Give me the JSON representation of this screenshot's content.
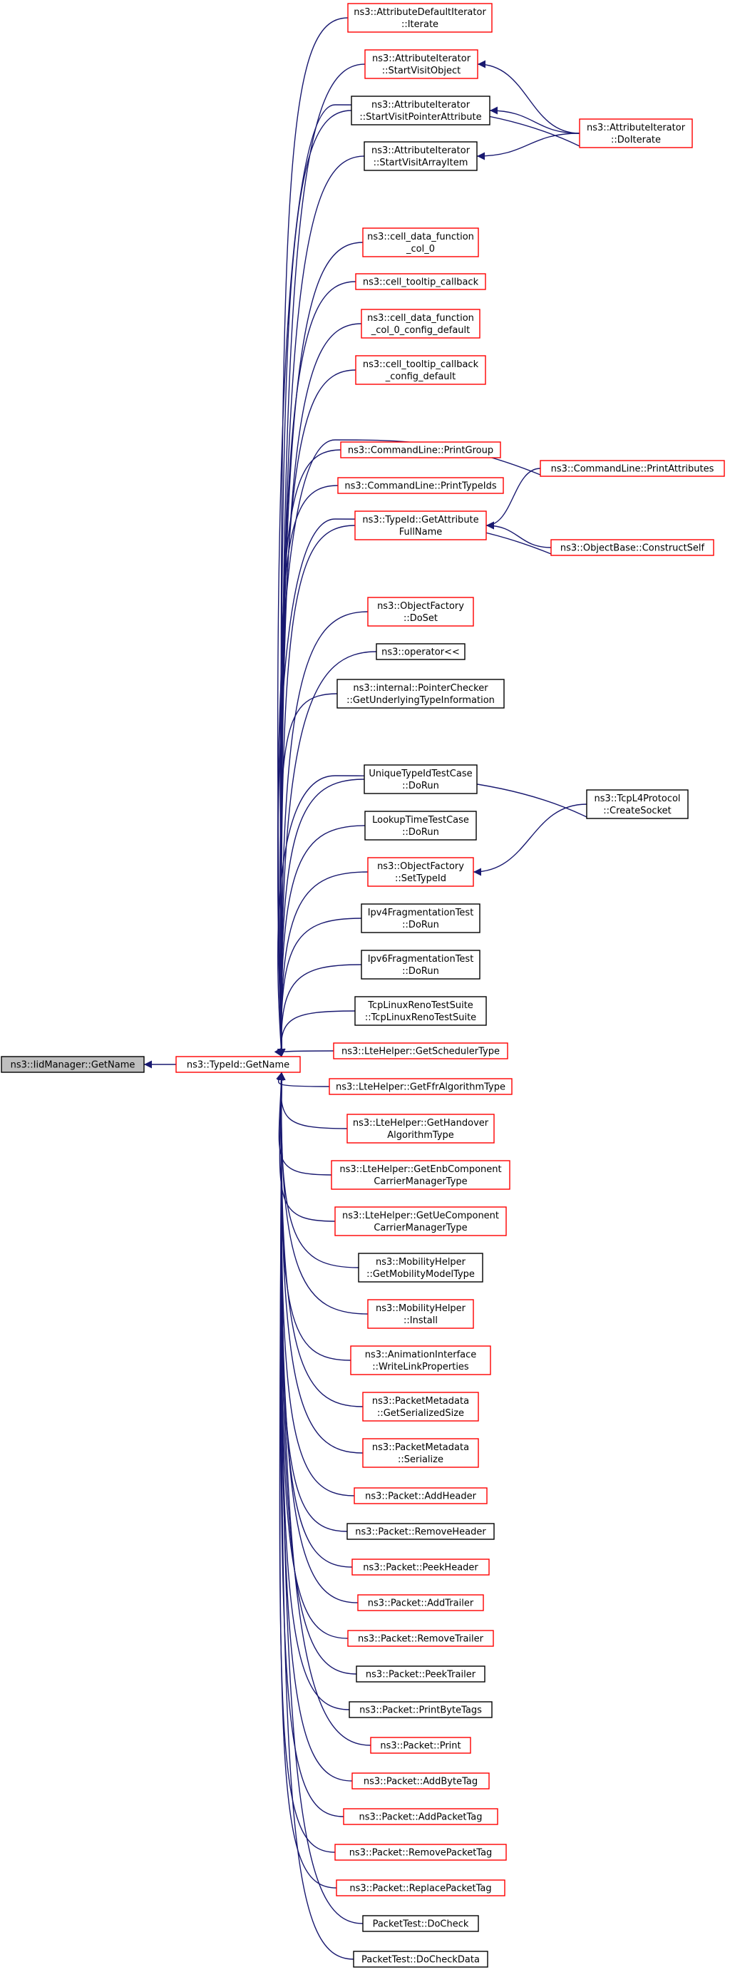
{
  "colors": {
    "edge": "#191970",
    "border_default": "#000000",
    "border_highlight": "#ff0000",
    "focus_fill": "#bfbfbf",
    "node_fill": "#ffffff"
  },
  "nodes": [
    {
      "id": "focus",
      "lines": [
        "ns3::IidManager::GetName"
      ],
      "border": "black",
      "fill": "gray"
    },
    {
      "id": "typeid_getname",
      "lines": [
        "ns3::TypeId::GetName"
      ],
      "border": "red"
    },
    {
      "id": "attr_default_iterate",
      "lines": [
        "ns3::AttributeDefaultIterator",
        "::Iterate"
      ],
      "border": "red"
    },
    {
      "id": "attr_start_visit_object",
      "lines": [
        "ns3::AttributeIterator",
        "::StartVisitObject"
      ],
      "border": "red"
    },
    {
      "id": "attr_start_visit_pointer",
      "lines": [
        "ns3::AttributeIterator",
        "::StartVisitPointerAttribute"
      ],
      "border": "black"
    },
    {
      "id": "attr_start_visit_array",
      "lines": [
        "ns3::AttributeIterator",
        "::StartVisitArrayItem"
      ],
      "border": "black"
    },
    {
      "id": "attr_doiterate",
      "lines": [
        "ns3::AttributeIterator",
        "::DoIterate"
      ],
      "border": "red"
    },
    {
      "id": "cell_data_fn",
      "lines": [
        "ns3::cell_data_function",
        "_col_0"
      ],
      "border": "red"
    },
    {
      "id": "cell_tooltip",
      "lines": [
        "ns3::cell_tooltip_callback"
      ],
      "border": "red"
    },
    {
      "id": "cell_data_fn_cfg",
      "lines": [
        "ns3::cell_data_function",
        "_col_0_config_default"
      ],
      "border": "red"
    },
    {
      "id": "cell_tooltip_cfg",
      "lines": [
        "ns3::cell_tooltip_callback",
        "_config_default"
      ],
      "border": "red"
    },
    {
      "id": "cmd_print_group",
      "lines": [
        "ns3::CommandLine::PrintGroup"
      ],
      "border": "red"
    },
    {
      "id": "cmd_print_typeids",
      "lines": [
        "ns3::CommandLine::PrintTypeIds"
      ],
      "border": "red"
    },
    {
      "id": "cmd_print_attributes",
      "lines": [
        "ns3::CommandLine::PrintAttributes"
      ],
      "border": "red"
    },
    {
      "id": "typeid_get_attr_fullname",
      "lines": [
        "ns3::TypeId::GetAttribute",
        "FullName"
      ],
      "border": "red"
    },
    {
      "id": "objectbase_construct",
      "lines": [
        "ns3::ObjectBase::ConstructSelf"
      ],
      "border": "red"
    },
    {
      "id": "objfactory_doset",
      "lines": [
        "ns3::ObjectFactory",
        "::DoSet"
      ],
      "border": "red"
    },
    {
      "id": "operator_lshift",
      "lines": [
        "ns3::operator<<"
      ],
      "border": "black"
    },
    {
      "id": "pointer_checker",
      "lines": [
        "ns3::internal::PointerChecker",
        "::GetUnderlyingTypeInformation"
      ],
      "border": "black"
    },
    {
      "id": "unique_typeid_test",
      "lines": [
        "UniqueTypeIdTestCase",
        "::DoRun"
      ],
      "border": "black"
    },
    {
      "id": "tcpl4_create_socket",
      "lines": [
        "ns3::TcpL4Protocol",
        "::CreateSocket"
      ],
      "border": "black"
    },
    {
      "id": "lookup_time_test",
      "lines": [
        "LookupTimeTestCase",
        "::DoRun"
      ],
      "border": "black"
    },
    {
      "id": "objfactory_settypeid",
      "lines": [
        "ns3::ObjectFactory",
        "::SetTypeId"
      ],
      "border": "red"
    },
    {
      "id": "ipv4_frag_test",
      "lines": [
        "Ipv4FragmentationTest",
        "::DoRun"
      ],
      "border": "black"
    },
    {
      "id": "ipv6_frag_test",
      "lines": [
        "Ipv6FragmentationTest",
        "::DoRun"
      ],
      "border": "black"
    },
    {
      "id": "tcp_linux_reno",
      "lines": [
        "TcpLinuxRenoTestSuite",
        "::TcpLinuxRenoTestSuite"
      ],
      "border": "black"
    },
    {
      "id": "lte_scheduler",
      "lines": [
        "ns3::LteHelper::GetSchedulerType"
      ],
      "border": "red"
    },
    {
      "id": "lte_ffr",
      "lines": [
        "ns3::LteHelper::GetFfrAlgorithmType"
      ],
      "border": "red"
    },
    {
      "id": "lte_handover",
      "lines": [
        "ns3::LteHelper::GetHandover",
        "AlgorithmType"
      ],
      "border": "red"
    },
    {
      "id": "lte_enb_ccm",
      "lines": [
        "ns3::LteHelper::GetEnbComponent",
        "CarrierManagerType"
      ],
      "border": "red"
    },
    {
      "id": "lte_ue_ccm",
      "lines": [
        "ns3::LteHelper::GetUeComponent",
        "CarrierManagerType"
      ],
      "border": "red"
    },
    {
      "id": "mob_get_model",
      "lines": [
        "ns3::MobilityHelper",
        "::GetMobilityModelType"
      ],
      "border": "black"
    },
    {
      "id": "mob_install",
      "lines": [
        "ns3::MobilityHelper",
        "::Install"
      ],
      "border": "red"
    },
    {
      "id": "anim_write_link",
      "lines": [
        "ns3::AnimationInterface",
        "::WriteLinkProperties"
      ],
      "border": "red"
    },
    {
      "id": "pm_serialized_size",
      "lines": [
        "ns3::PacketMetadata",
        "::GetSerializedSize"
      ],
      "border": "red"
    },
    {
      "id": "pm_serialize",
      "lines": [
        "ns3::PacketMetadata",
        "::Serialize"
      ],
      "border": "red"
    },
    {
      "id": "pkt_add_header",
      "lines": [
        "ns3::Packet::AddHeader"
      ],
      "border": "red"
    },
    {
      "id": "pkt_remove_header",
      "lines": [
        "ns3::Packet::RemoveHeader"
      ],
      "border": "black"
    },
    {
      "id": "pkt_peek_header",
      "lines": [
        "ns3::Packet::PeekHeader"
      ],
      "border": "red"
    },
    {
      "id": "pkt_add_trailer",
      "lines": [
        "ns3::Packet::AddTrailer"
      ],
      "border": "red"
    },
    {
      "id": "pkt_remove_trailer",
      "lines": [
        "ns3::Packet::RemoveTrailer"
      ],
      "border": "red"
    },
    {
      "id": "pkt_peek_trailer",
      "lines": [
        "ns3::Packet::PeekTrailer"
      ],
      "border": "black"
    },
    {
      "id": "pkt_print_byte_tags",
      "lines": [
        "ns3::Packet::PrintByteTags"
      ],
      "border": "black"
    },
    {
      "id": "pkt_print",
      "lines": [
        "ns3::Packet::Print"
      ],
      "border": "red"
    },
    {
      "id": "pkt_add_byte_tag",
      "lines": [
        "ns3::Packet::AddByteTag"
      ],
      "border": "red"
    },
    {
      "id": "pkt_add_packet_tag",
      "lines": [
        "ns3::Packet::AddPacketTag"
      ],
      "border": "red"
    },
    {
      "id": "pkt_remove_packet_tag",
      "lines": [
        "ns3::Packet::RemovePacketTag"
      ],
      "border": "red"
    },
    {
      "id": "pkt_replace_packet_tag",
      "lines": [
        "ns3::Packet::ReplacePacketTag"
      ],
      "border": "red"
    },
    {
      "id": "packettest_docheck",
      "lines": [
        "PacketTest::DoCheck"
      ],
      "border": "black"
    },
    {
      "id": "packettest_docheckdata",
      "lines": [
        "PacketTest::DoCheckData"
      ],
      "border": "black"
    }
  ],
  "edges": [
    {
      "from": "typeid_getname",
      "to": "focus"
    },
    {
      "from": "attr_default_iterate",
      "to": "typeid_getname"
    },
    {
      "from": "attr_start_visit_object",
      "to": "typeid_getname"
    },
    {
      "from": "attr_start_visit_pointer",
      "to": "typeid_getname"
    },
    {
      "from": "attr_start_visit_array",
      "to": "typeid_getname"
    },
    {
      "from": "attr_doiterate",
      "to": "typeid_getname"
    },
    {
      "from": "attr_doiterate",
      "to": "attr_start_visit_object"
    },
    {
      "from": "attr_doiterate",
      "to": "attr_start_visit_pointer"
    },
    {
      "from": "attr_doiterate",
      "to": "attr_start_visit_array"
    },
    {
      "from": "cell_data_fn",
      "to": "typeid_getname"
    },
    {
      "from": "cell_tooltip",
      "to": "typeid_getname"
    },
    {
      "from": "cell_data_fn_cfg",
      "to": "typeid_getname"
    },
    {
      "from": "cell_tooltip_cfg",
      "to": "typeid_getname"
    },
    {
      "from": "cmd_print_attributes",
      "to": "typeid_getname"
    },
    {
      "from": "cmd_print_group",
      "to": "typeid_getname"
    },
    {
      "from": "cmd_print_typeids",
      "to": "typeid_getname"
    },
    {
      "from": "typeid_get_attr_fullname",
      "to": "typeid_getname"
    },
    {
      "from": "cmd_print_attributes",
      "to": "typeid_get_attr_fullname"
    },
    {
      "from": "objectbase_construct",
      "to": "typeid_get_attr_fullname"
    },
    {
      "from": "objectbase_construct",
      "to": "typeid_getname"
    },
    {
      "from": "objfactory_doset",
      "to": "typeid_getname"
    },
    {
      "from": "operator_lshift",
      "to": "typeid_getname"
    },
    {
      "from": "pointer_checker",
      "to": "typeid_getname"
    },
    {
      "from": "tcpl4_create_socket",
      "to": "typeid_getname"
    },
    {
      "from": "unique_typeid_test",
      "to": "typeid_getname"
    },
    {
      "from": "lookup_time_test",
      "to": "typeid_getname"
    },
    {
      "from": "objfactory_settypeid",
      "to": "typeid_getname"
    },
    {
      "from": "tcpl4_create_socket",
      "to": "objfactory_settypeid"
    },
    {
      "from": "ipv4_frag_test",
      "to": "typeid_getname"
    },
    {
      "from": "ipv6_frag_test",
      "to": "typeid_getname"
    },
    {
      "from": "tcp_linux_reno",
      "to": "typeid_getname"
    },
    {
      "from": "lte_scheduler",
      "to": "typeid_getname"
    },
    {
      "from": "lte_ffr",
      "to": "typeid_getname"
    },
    {
      "from": "lte_handover",
      "to": "typeid_getname"
    },
    {
      "from": "lte_enb_ccm",
      "to": "typeid_getname"
    },
    {
      "from": "lte_ue_ccm",
      "to": "typeid_getname"
    },
    {
      "from": "mob_get_model",
      "to": "typeid_getname"
    },
    {
      "from": "mob_install",
      "to": "typeid_getname"
    },
    {
      "from": "anim_write_link",
      "to": "typeid_getname"
    },
    {
      "from": "pm_serialized_size",
      "to": "typeid_getname"
    },
    {
      "from": "pm_serialize",
      "to": "typeid_getname"
    },
    {
      "from": "pkt_add_header",
      "to": "typeid_getname"
    },
    {
      "from": "pkt_remove_header",
      "to": "typeid_getname"
    },
    {
      "from": "pkt_peek_header",
      "to": "typeid_getname"
    },
    {
      "from": "pkt_add_trailer",
      "to": "typeid_getname"
    },
    {
      "from": "pkt_remove_trailer",
      "to": "typeid_getname"
    },
    {
      "from": "pkt_peek_trailer",
      "to": "typeid_getname"
    },
    {
      "from": "pkt_print_byte_tags",
      "to": "typeid_getname"
    },
    {
      "from": "pkt_print",
      "to": "typeid_getname"
    },
    {
      "from": "pkt_add_byte_tag",
      "to": "typeid_getname"
    },
    {
      "from": "pkt_add_packet_tag",
      "to": "typeid_getname"
    },
    {
      "from": "pkt_remove_packet_tag",
      "to": "typeid_getname"
    },
    {
      "from": "pkt_replace_packet_tag",
      "to": "typeid_getname"
    },
    {
      "from": "packettest_docheck",
      "to": "typeid_getname"
    },
    {
      "from": "packettest_docheckdata",
      "to": "typeid_getname"
    }
  ]
}
